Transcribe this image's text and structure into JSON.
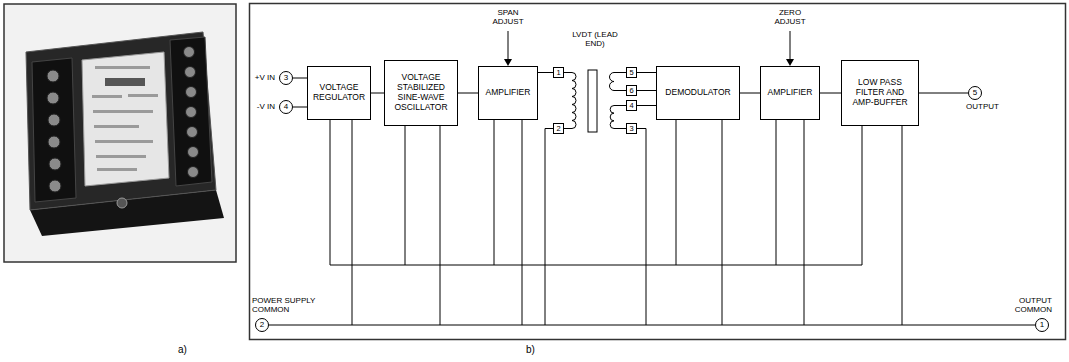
{
  "diagram": {
    "nodes": [
      {
        "text": [
          "+V IN",
          "3"
        ]
      },
      {
        "text": [
          "-V IN",
          "4"
        ]
      },
      {
        "text": [
          "VOLTAGE REGULATOR"
        ]
      },
      {
        "text": [
          "VOLTAGE STABILIZED SINE-WAVE OSCILLATOR"
        ]
      },
      {
        "text": [
          "AMPLIFIER"
        ]
      },
      {
        "text": [
          "LVDT (LEAD END)"
        ]
      },
      {
        "text": [
          "DEMODULATOR"
        ]
      },
      {
        "text": [
          "AMPLIFIER"
        ]
      },
      {
        "text": [
          "LOW PASS FILTER AND AMP-BUFFER"
        ]
      },
      {
        "text": [
          "5",
          "OUTPUT"
        ]
      },
      {
        "text": [
          "POWER SUPPLY COMMON",
          "2"
        ]
      },
      {
        "text": [
          "OUTPUT COMMON",
          "1"
        ]
      }
    ],
    "edges": [
      {
        "from": 0,
        "to": 2,
        "arrow": "none"
      },
      {
        "from": 1,
        "to": 2,
        "arrow": "none"
      },
      {
        "from": 2,
        "to": 3,
        "arrow": "none"
      },
      {
        "from": 3,
        "to": 4,
        "arrow": "none"
      },
      {
        "from": 4,
        "to": 5,
        "arrow": "none"
      },
      {
        "from": 5,
        "to": 6,
        "arrow": "none"
      },
      {
        "from": 6,
        "to": 7,
        "arrow": "none"
      },
      {
        "from": 7,
        "to": 8,
        "arrow": "none"
      },
      {
        "from": 8,
        "to": 9,
        "arrow": "none"
      },
      {
        "from": 10,
        "to": 11,
        "arrow": "none"
      }
    ],
    "labels": [
      "SPAN ADJUST",
      "1",
      "2",
      "5",
      "6",
      "4",
      "3",
      "ZERO ADJUST",
      "a)",
      "b)"
    ]
  }
}
